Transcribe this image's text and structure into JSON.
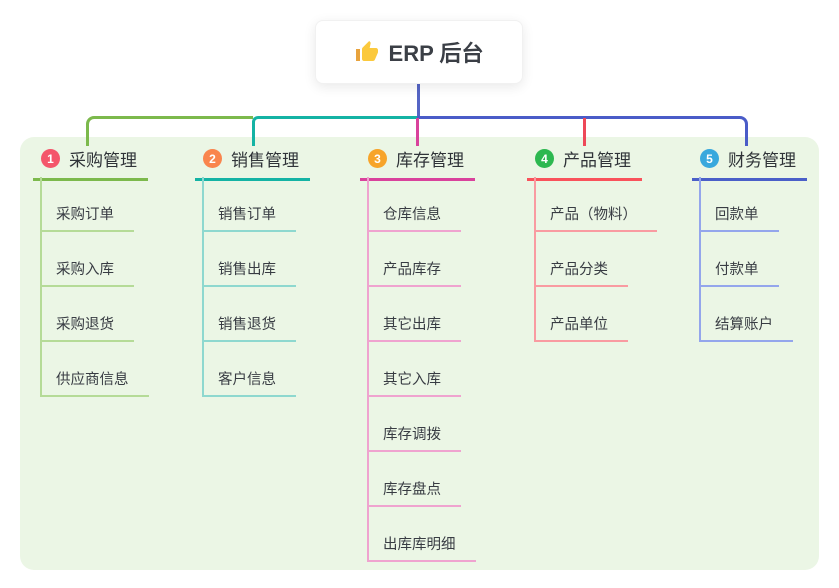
{
  "root": {
    "label": "ERP 后台",
    "icon": "thumbs-up-icon"
  },
  "panel_bg": "#ebf6e5",
  "connectors": {
    "stem": "#5565c5",
    "bus_left": "#7cb94c",
    "bus_mid": "#14b3a4",
    "bus_right": "#4a5cc8",
    "drop_inventory": "#d9429c",
    "drop_product": "#ee4858"
  },
  "branches": [
    {
      "badge": "1",
      "label": "采购管理",
      "colors": {
        "badge": "#f4566b",
        "line": "#7cb94c",
        "subline": "#b5db97"
      },
      "items": [
        "采购订单",
        "采购入库",
        "采购退货",
        "供应商信息"
      ]
    },
    {
      "badge": "2",
      "label": "销售管理",
      "colors": {
        "badge": "#f9854d",
        "line": "#14b3a4",
        "subline": "#8ed8cf"
      },
      "items": [
        "销售订单",
        "销售出库",
        "销售退货",
        "客户信息"
      ]
    },
    {
      "badge": "3",
      "label": "库存管理",
      "colors": {
        "badge": "#f7a42a",
        "line": "#d9429c",
        "subline": "#efa3cf"
      },
      "items": [
        "仓库信息",
        "产品库存",
        "其它出库",
        "其它入库",
        "库存调拨",
        "库存盘点",
        "出库库明细"
      ]
    },
    {
      "badge": "4",
      "label": "产品管理",
      "colors": {
        "badge": "#2db850",
        "line": "#f9525b",
        "subline": "#f99ba1"
      },
      "items": [
        "产品（物料）",
        "产品分类",
        "产品单位"
      ]
    },
    {
      "badge": "5",
      "label": "财务管理",
      "colors": {
        "badge": "#38a8dd",
        "line": "#4a5fc8",
        "subline": "#94a6ec"
      },
      "items": [
        "回款单",
        "付款单",
        "结算账户"
      ]
    }
  ]
}
